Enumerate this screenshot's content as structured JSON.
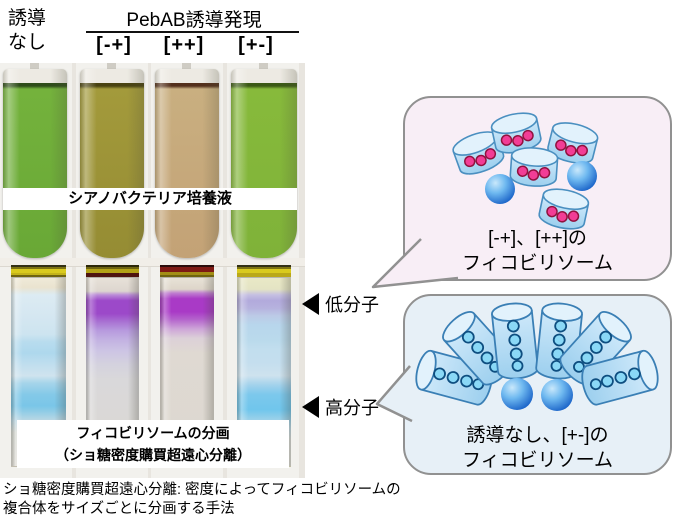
{
  "header": {
    "no_induction_line1": "誘導",
    "no_induction_line2": "なし",
    "pebab_title": "PebAB誘導発現",
    "lane_labels": [
      "[-+]",
      "[++]",
      "[+-]"
    ]
  },
  "photo": {
    "upper_banner": "シアノバクテリア培養液",
    "lower_banner_line1": "フィコビリソームの分画",
    "lower_banner_line2": "（ショ糖密度購買超遠心分離）"
  },
  "markers": {
    "low": {
      "label": "低分子"
    },
    "high": {
      "label": "高分子"
    }
  },
  "bubbles": {
    "top": {
      "line1": "[-+]、[++]の",
      "line2": "フィコビリソーム"
    },
    "bottom": {
      "line1": "誘導なし、[+-]の",
      "line2": "フィコビリソーム"
    }
  },
  "caption": {
    "line1": "ショ糖密度購買超遠心分離: 密度によってフィコビリソームの",
    "line2": "複合体をサイズごとに分画する手法"
  },
  "colors": {
    "tube1_liquid": "#74b23c",
    "tube2_liquid": "#a39a3b",
    "tube3_liquid": "#c9af80",
    "tube4_liquid": "#87ba3b",
    "band_purple": "#9c49c9",
    "band_magenta": "#a93ac6",
    "band_blue": "#7ac6e8",
    "band_cyan": "#70c6ec",
    "bubble_top_bg": "#f8eef6",
    "bubble_bottom_bg": "#e7f0f7",
    "bubble_border": "#919191",
    "drum_dot_pink": "#f23d96",
    "rod_dot_cyan": "#8ad8f6",
    "sphere_blue": "#1a63c8"
  }
}
